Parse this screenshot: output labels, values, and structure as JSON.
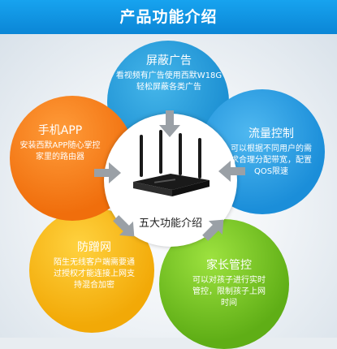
{
  "header": {
    "title": "产品功能介绍"
  },
  "center": {
    "label": "五大功能介绍"
  },
  "features": {
    "ad_block": {
      "title": "屏蔽广告",
      "desc": "看视频有广告使用西默W18G轻松屏蔽各类广告"
    },
    "traffic": {
      "title": "流量控制",
      "desc": "可以根据不同用户的需求合理分配带宽，配置QOS限速"
    },
    "parental": {
      "title": "家长管控",
      "desc": "可以对孩子进行实时管控，限制孩子上网时间"
    },
    "anti_leech": {
      "title": "防蹭网",
      "desc": "陌生无线客户端需要通过授权才能连接上网支持混合加密"
    },
    "app": {
      "title": "手机APP",
      "desc": "安装西默APP随心掌控家里的路由器"
    }
  },
  "colors": {
    "header": "#0b86d6",
    "blue": "#1c8fd2",
    "green": "#5fae16",
    "yellow": "#f2a907",
    "orange": "#f06e0c",
    "arrow": "#9aa0a6"
  },
  "icons": {
    "arrows": "arrow-icon",
    "router": "router-icon"
  }
}
